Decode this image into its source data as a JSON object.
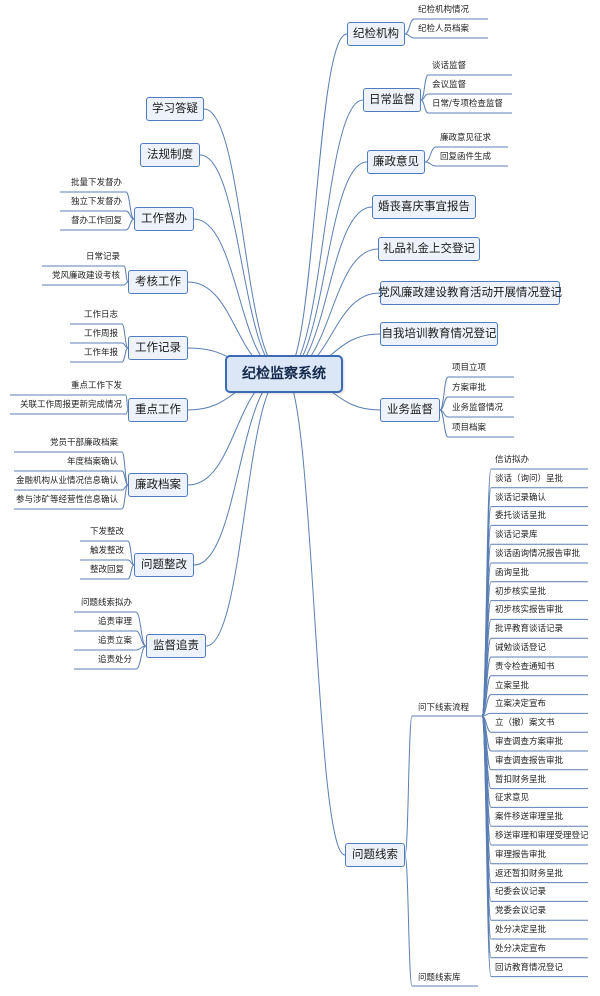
{
  "root": {
    "label": "纪检监察系统"
  },
  "topics": [
    {
      "id": "t_jjjg",
      "label": "纪检机构"
    },
    {
      "id": "t_rcjd",
      "label": "日常监督"
    },
    {
      "id": "t_lzyj",
      "label": "廉政意见"
    },
    {
      "id": "t_hsxq",
      "label": "婚丧喜庆事宜报告"
    },
    {
      "id": "t_lplj",
      "label": "礼品礼金上交登记"
    },
    {
      "id": "t_dflz",
      "label": "党风廉政建设教育活动开展情况登记"
    },
    {
      "id": "t_zwpx",
      "label": "自我培训教育情况登记"
    },
    {
      "id": "t_ywjd",
      "label": "业务监督"
    },
    {
      "id": "t_wtxs",
      "label": "问题线索"
    },
    {
      "id": "t_xxdy",
      "label": "学习答疑"
    },
    {
      "id": "t_fgzd",
      "label": "法规制度"
    },
    {
      "id": "t_gzdb",
      "label": "工作督办"
    },
    {
      "id": "t_khgz",
      "label": "考核工作"
    },
    {
      "id": "t_gzjl",
      "label": "工作记录"
    },
    {
      "id": "t_zdgz",
      "label": "重点工作"
    },
    {
      "id": "t_lzda",
      "label": "廉政档案"
    },
    {
      "id": "t_wtzg",
      "label": "问题整改"
    },
    {
      "id": "t_jdzz",
      "label": "监督追责"
    }
  ],
  "subtopics": [
    {
      "id": "s_wtxslc",
      "label": "问下线索流程"
    },
    {
      "id": "s_wtxsk",
      "label": "问题线索库"
    }
  ],
  "leaves": {
    "t_jjjg": [
      "纪检机构情况",
      "纪检人员档案"
    ],
    "t_rcjd": [
      "谈话监督",
      "会议监督",
      "日常/专项检查监督"
    ],
    "t_lzyj": [
      "廉政意见征求",
      "回复函件生成"
    ],
    "t_ywjd": [
      "项目立项",
      "方案审批",
      "业务监督情况",
      "项目档案"
    ],
    "s_wtxslc": [
      "信访拟办",
      "谈话（询问）呈批",
      "谈话记录确认",
      "委托谈话呈批",
      "谈话记录库",
      "谈话函询情况报告审批",
      "函询呈批",
      "初步核实呈批",
      "初步核实报告审批",
      "批评教育谈话记录",
      "诫勉谈话登记",
      "责令检查通知书",
      "立案呈批",
      "立案决定宣布",
      "立（撤）案文书",
      "审查调查方案审批",
      "审查调查报告审批",
      "暂扣财务呈批",
      "征求意见",
      "案件移送审理呈批",
      "移送审理和审理受理登记",
      "审理报告审批",
      "返还暂扣财务呈批",
      "纪委会议记录",
      "党委会议记录",
      "处分决定呈批",
      "处分决定宣布",
      "回访教育情况登记"
    ],
    "t_gzdb": [
      "批量下发督办",
      "独立下发督办",
      "督办工作回复"
    ],
    "t_khgz": [
      "日常记录",
      "党风廉政建设考核"
    ],
    "t_gzjl": [
      "工作日志",
      "工作周报",
      "工作年报"
    ],
    "t_zdgz": [
      "重点工作下发",
      "关联工作周报更新完成情况"
    ],
    "t_lzda": [
      "党员干部廉政档案",
      "年度档案确认",
      "金融机构从业情况信息确认",
      "参与涉矿等经营性信息确认"
    ],
    "t_wtzg": [
      "下发整改",
      "触发整改",
      "整改回复"
    ],
    "t_jdzz": [
      "问题线索拟办",
      "追责审理",
      "追责立案",
      "追责处分"
    ]
  }
}
